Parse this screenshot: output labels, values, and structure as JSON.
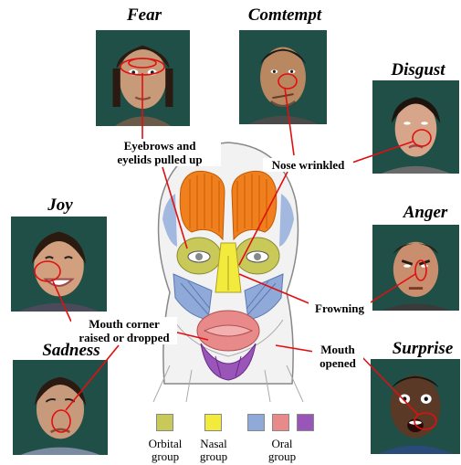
{
  "emotions": {
    "fear": "Fear",
    "contempt": "Comtempt",
    "disgust": "Disgust",
    "joy": "Joy",
    "anger": "Anger",
    "sadness": "Sadness",
    "surprise": "Surprise"
  },
  "callouts": {
    "eyebrows_line1": "Eyebrows and",
    "eyebrows_line2": "eyelids pulled up",
    "nose": "Nose wrinkled",
    "frowning": "Frowning",
    "mouth_corner_line1": "Mouth corner",
    "mouth_corner_line2": "raised or dropped",
    "mouth_opened_line1": "Mouth",
    "mouth_opened_line2": "opened"
  },
  "legend": {
    "orbital_line1": "Orbital",
    "orbital_line2": "group",
    "nasal_line1": "Nasal",
    "nasal_line2": "group",
    "oral_line1": "Oral",
    "oral_line2": "group"
  },
  "colors": {
    "orbital": "#c9c95a",
    "nasal": "#f2ea3c",
    "oral_blue": "#8fa9d8",
    "oral_pink": "#e88a8a",
    "oral_purple": "#9a55b8",
    "frontal_orange": "#f07f1e",
    "annotation_red": "#e01010",
    "photo_bg": "#1f4f46"
  }
}
